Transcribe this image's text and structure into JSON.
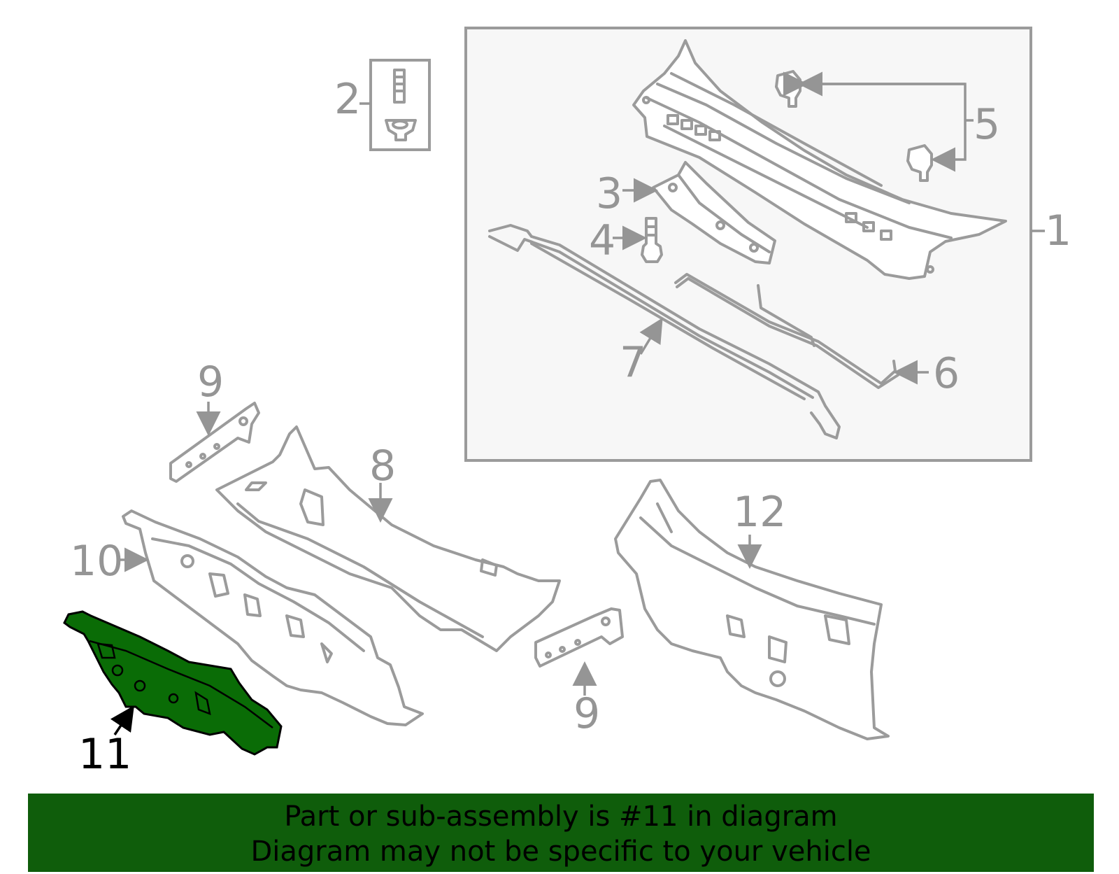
{
  "callouts": {
    "c1": "1",
    "c2": "2",
    "c3": "3",
    "c4": "4",
    "c5": "5",
    "c6": "6",
    "c7": "7",
    "c8": "8",
    "c9a": "9",
    "c9b": "9",
    "c10": "10",
    "c11": "11",
    "c12": "12"
  },
  "banner": {
    "line1": "Part or sub-assembly is #11 in diagram",
    "line2": "Diagram may not be specific to your vehicle"
  },
  "colors": {
    "highlight": "#0a6c06",
    "banner": "#0f5d0b",
    "outline": "#9b9b9b"
  }
}
